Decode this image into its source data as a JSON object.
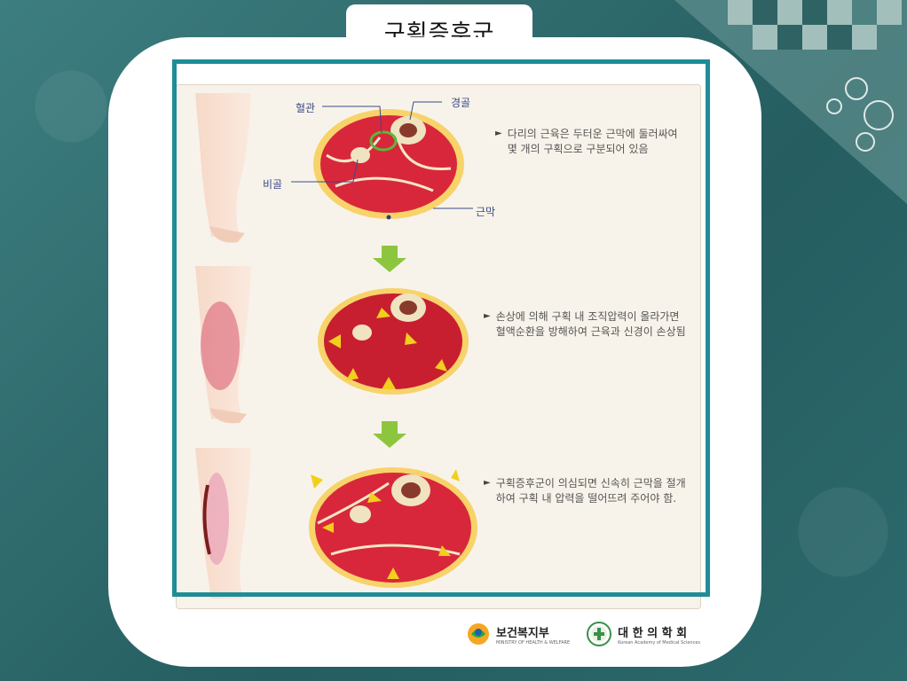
{
  "title": "구획증후군",
  "labels": {
    "vessel": "혈관",
    "tibia": "경골",
    "fibula": "비골",
    "fascia": "근막"
  },
  "steps": [
    {
      "text": "다리의 근육은 두터운 근막에 둘러싸여 몇 개의 구획으로 구분되어 있음"
    },
    {
      "text": "손상에 의해 구획 내 조직압력이 올라가면 혈액순환을 방해하여 근육과 신경이 손상됨"
    },
    {
      "text": "구획증후군이 의심되면 신속히 근막을 절개하여 구획 내 압력을 떨어뜨려 주어야 함."
    }
  ],
  "logos": {
    "ministry": {
      "name": "보건복지부",
      "sub": "MINISTRY OF HEALTH & WELFARE",
      "icon": "ministry-emblem-icon"
    },
    "kma": {
      "name": "대 한 의 학 회",
      "sub": "Korean Academy of Medical Sciences",
      "icon": "kams-emblem-icon"
    }
  },
  "colors": {
    "background": "#2f6d70",
    "frame": "#1f8d96",
    "muscle": "#d8273a",
    "fat": "#f7d36a",
    "arrow": "#f2cf1c",
    "green_arrow": "#8cc63f"
  }
}
